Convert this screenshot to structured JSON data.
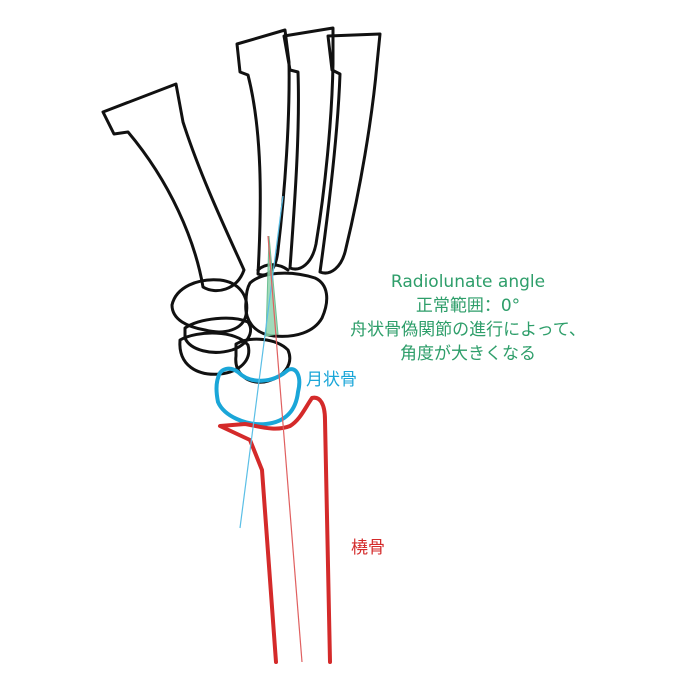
{
  "annotation": {
    "title": "Radiolunate angle",
    "normal_range": "正常範囲：0°",
    "note_line1": "舟状骨偽関節の進行によって、",
    "note_line2": "角度が大きくなる"
  },
  "labels": {
    "lunate": "月状骨",
    "radius": "橈骨"
  },
  "colors": {
    "bone_outline": "#111111",
    "lunate": "#1aa6d8",
    "radius": "#d42a2a",
    "annotation": "#2e9e6a",
    "angle_fill": "#8fd3ad"
  }
}
